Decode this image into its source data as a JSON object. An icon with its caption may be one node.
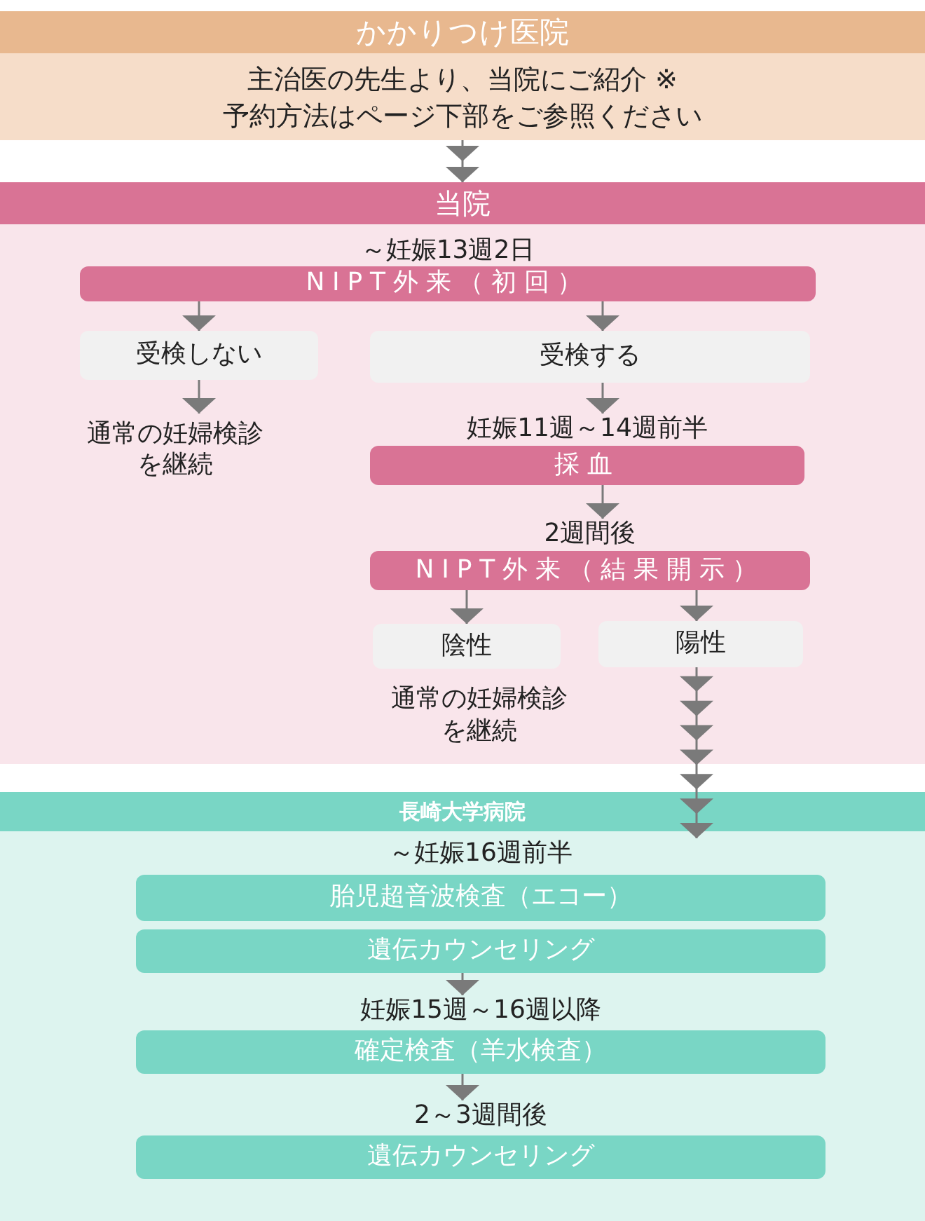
{
  "diagram": {
    "nodes": [
      {
        "text": [
          "かかりつけ医院",
          "主治医の先生より、当院にご紹介 ※予約方法はページ下部をご参照ください"
        ]
      },
      {
        "text": [
          "当院"
        ]
      },
      {
        "text": [
          "NIPT外来（初回）"
        ],
        "in": 1,
        "beside": [
          "～妊娠13週2日"
        ]
      },
      {
        "text": [
          "受検しない"
        ],
        "in": 1
      },
      {
        "text": [
          "受検する"
        ],
        "in": 1
      },
      {
        "text": [
          "通常の妊婦検診を継続"
        ],
        "in": 1
      },
      {
        "text": [
          "採血"
        ],
        "in": 1,
        "beside": [
          "妊娠11週～14週前半"
        ]
      },
      {
        "text": [
          "NIPT外来（結果開示）"
        ],
        "in": 1,
        "beside": [
          "2週間後"
        ]
      },
      {
        "text": [
          "陰性"
        ],
        "in": 1
      },
      {
        "text": [
          "陽性"
        ],
        "in": 1
      },
      {
        "text": [
          "長崎大学病院"
        ]
      },
      {
        "text": [
          "胎児超音波検査（エコー）"
        ],
        "in": 10,
        "beside": [
          "～妊娠16週前半"
        ]
      },
      {
        "text": [
          "遺伝カウンセリング"
        ],
        "in": 10
      },
      {
        "text": [
          "確定検査（羊水検査）"
        ],
        "in": 10,
        "beside": [
          "妊娠15週～16週以降"
        ]
      },
      {
        "text": [
          "遺伝カウンセリング"
        ],
        "in": 10,
        "beside": [
          "2～3週間後"
        ]
      }
    ],
    "edges": [
      {
        "from": 0,
        "to": 1,
        "arrow": "to"
      },
      {
        "from": 2,
        "to": 3,
        "arrow": "to"
      },
      {
        "from": 2,
        "to": 4,
        "arrow": "to"
      },
      {
        "from": 3,
        "to": 5,
        "arrow": "to"
      },
      {
        "from": 4,
        "to": 6,
        "arrow": "to"
      },
      {
        "from": 6,
        "to": 7,
        "arrow": "to"
      },
      {
        "from": 7,
        "to": 8,
        "arrow": "to"
      },
      {
        "from": 7,
        "to": 9,
        "arrow": "to"
      },
      {
        "from": 9,
        "to": 11,
        "arrow": "to"
      },
      {
        "from": 12,
        "to": 13,
        "arrow": "to"
      },
      {
        "from": 13,
        "to": 14,
        "arrow": "to"
      }
    ],
    "labels": [
      "通常の妊婦検診を継続"
    ]
  }
}
